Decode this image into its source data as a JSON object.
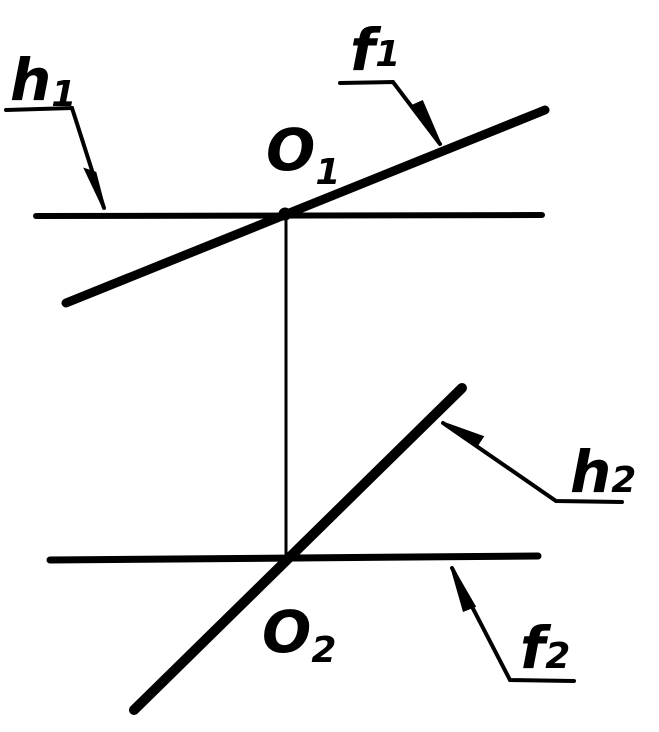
{
  "diagram": {
    "labels": {
      "h1": {
        "main": "h",
        "sub": "1"
      },
      "f1": {
        "main": "f",
        "sub": "1"
      },
      "o1": {
        "main": "O",
        "sub": "1"
      },
      "h2": {
        "main": "h",
        "sub": "2"
      },
      "f2": {
        "main": "f",
        "sub": "2"
      },
      "o2": {
        "main": "O",
        "sub": "2"
      }
    },
    "colors": {
      "ink": "#000000",
      "background": "#ffffff"
    }
  }
}
